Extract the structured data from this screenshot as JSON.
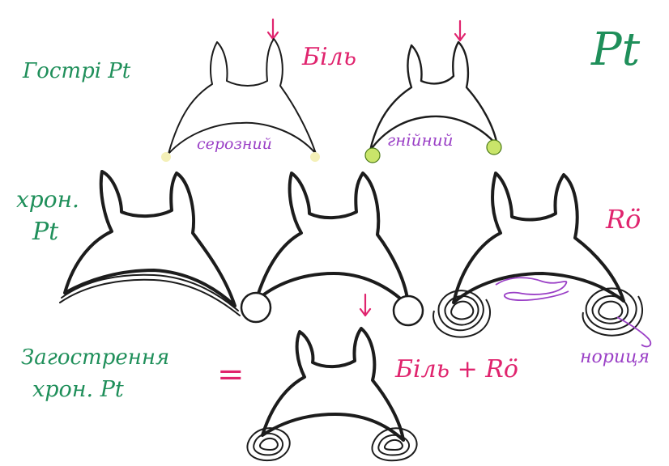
{
  "title": "Pt",
  "rows": {
    "acute_label": "Гострі Pt",
    "chronic_label_line1": "хрон.",
    "chronic_label_line2": "Pt",
    "exacerbation_label_line1": "Загострення",
    "exacerbation_label_line2": "хрон. Pt",
    "equals_sign": "="
  },
  "annotations": {
    "pain": "Біль",
    "serous": "серозний",
    "purulent": "гнійний",
    "xray_chronic": "Rö",
    "fistula": "нориця",
    "pain_plus_xray": "Біль + Rö"
  },
  "colors": {
    "label_green": "#1f8f5a",
    "accent_pink": "#e0246e",
    "note_purple": "#9a3fc6",
    "outline": "#1c1c1c",
    "serous_dot": "#f4f0b8",
    "purulent_dot": "#c9e56a"
  },
  "icons": {
    "pain_marker": "down-arrow-icon"
  }
}
